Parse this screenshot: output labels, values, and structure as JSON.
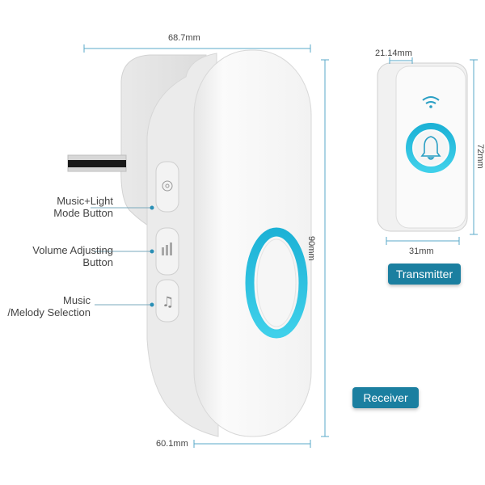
{
  "dimensions": {
    "receiver_width": "68.7mm",
    "receiver_height": "90mm",
    "receiver_depth": "60.1mm",
    "transmitter_depth": "21.14mm",
    "transmitter_height": "72mm",
    "transmitter_width": "31mm"
  },
  "callouts": [
    {
      "line1": "Music+Light",
      "line2": "Mode Button"
    },
    {
      "line1": "Volume Adjusting",
      "line2": "Button"
    },
    {
      "line1": "Music",
      "line2": "/Melody Selection"
    }
  ],
  "badges": {
    "transmitter": "Transmitter",
    "receiver": "Receiver"
  },
  "colors": {
    "ring_accent": "#1aa6c9",
    "badge_bg": "#1b7fa0",
    "dim_line": "#5aa8c8"
  },
  "icons": [
    "light-mode-icon",
    "volume-icon",
    "music-note-icon",
    "wifi-signal-icon",
    "bell-icon"
  ]
}
